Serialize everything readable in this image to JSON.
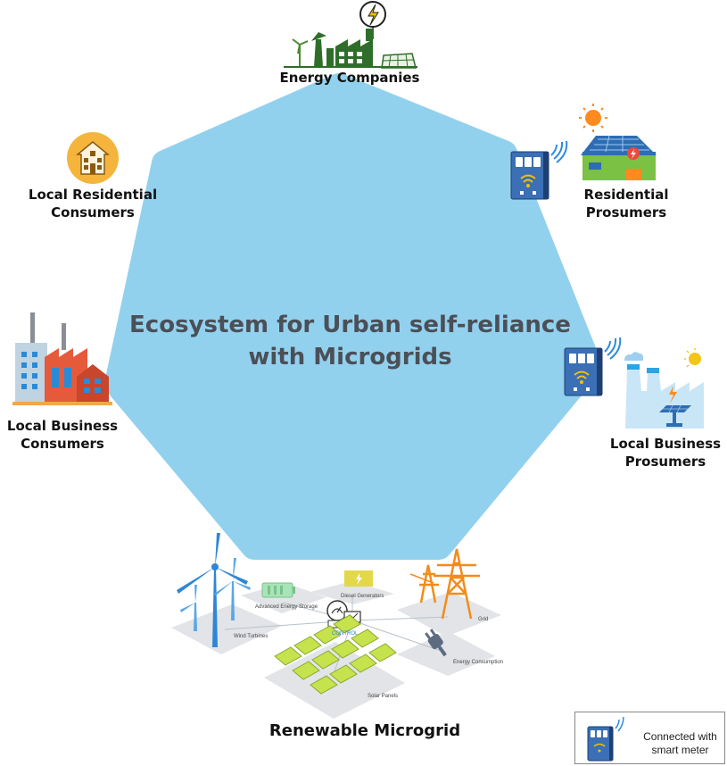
{
  "colors": {
    "hub": "#92d1ee",
    "title": "#4b4f57",
    "meter": "#3b6fb6",
    "wifi": "#2b8be0"
  },
  "center": {
    "title_line1": "Ecosystem for Urban self-reliance",
    "title_line2": "with Microgrids"
  },
  "nodes": {
    "energy_companies": {
      "label": "Energy Companies",
      "icon": "factory-windmill-icon"
    },
    "residential_prosumers": {
      "line1": "Residential",
      "line2": "Prosumers",
      "icon": "solar-house-icon"
    },
    "local_business_prosumers": {
      "line1": "Local Business",
      "line2": "Prosumers",
      "icon": "solar-factory-icon"
    },
    "renewable_microgrid": {
      "label": "Renewable Microgrid",
      "icon": "microgrid-icon"
    },
    "local_business_consumers": {
      "line1": "Local Business",
      "line2": "Consumers",
      "icon": "industrial-buildings-icon"
    },
    "local_residential_consumers": {
      "line1": "Local Residential",
      "line2": "Consumers",
      "icon": "house-circle-icon"
    }
  },
  "microgrid_labels": {
    "storage": "Advanced Energy Storage",
    "diesel": "Diesel Generators",
    "grid": "Grid",
    "wind": "Wind Turbines",
    "control": "CONTROL",
    "consumption": "Energy Consumption",
    "solar": "Solar Panels"
  },
  "legend": {
    "line1": "Connected with",
    "line2": "smart meter",
    "icon": "smart-meter-icon"
  }
}
